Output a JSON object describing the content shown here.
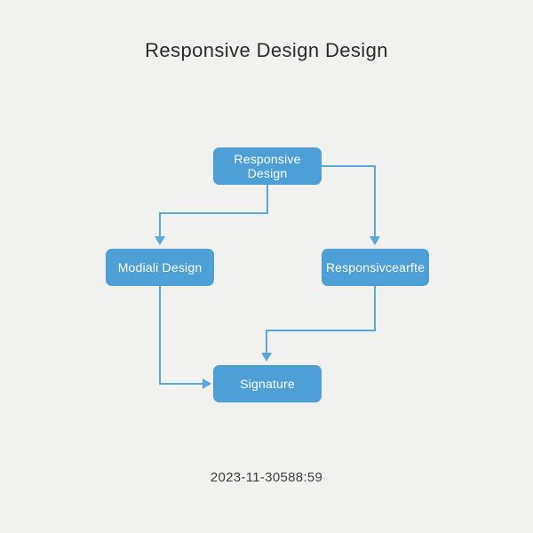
{
  "title": "Responsive Design Design",
  "caption": "2023-11-30588:59",
  "colors": {
    "background": "#f1f2f0",
    "node_fill": "#4d9fd5",
    "node_text": "#ffffff",
    "connector": "#58a8dc",
    "title_text": "#2b2b2b",
    "caption_text": "#3d3d3d"
  },
  "diagram": {
    "nodes": [
      {
        "id": "root",
        "label": "Responsive Design"
      },
      {
        "id": "left",
        "label": "Modiali Design"
      },
      {
        "id": "right",
        "label": "Responsivcearfte"
      },
      {
        "id": "bottom",
        "label": "Signature"
      }
    ],
    "edges": [
      {
        "from": "root",
        "to": "left"
      },
      {
        "from": "root",
        "to": "right"
      },
      {
        "from": "left",
        "to": "bottom"
      },
      {
        "from": "right",
        "to": "bottom"
      }
    ]
  }
}
